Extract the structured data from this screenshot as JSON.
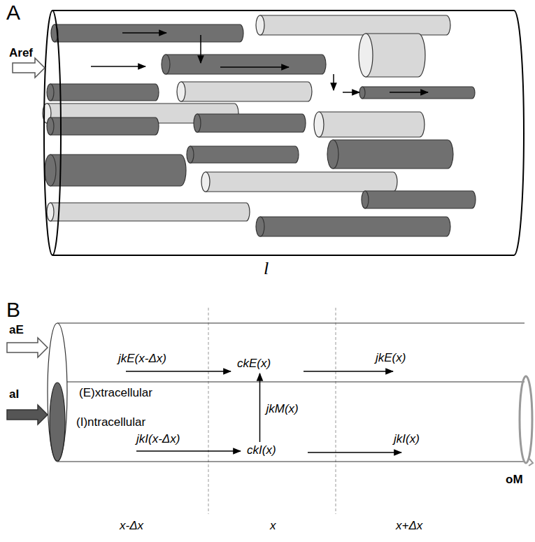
{
  "diagram": {
    "nodes": [
      {
        "text": [
          "ckE(x)"
        ]
      },
      {
        "text": [
          "ckI(x)"
        ]
      }
    ],
    "edges": [
      {
        "from": 1,
        "to": 0,
        "arrow": "to",
        "label": "jkM(x)"
      }
    ],
    "labels": [
      "A",
      "B",
      "Aref",
      "l",
      "aE",
      "aI",
      "jkE(x-Δx)",
      "jkE(x)",
      "(E)xtracellular",
      "(I)ntracellular",
      "jkI(x-Δx)",
      "jkI(x)",
      "oM",
      "x-Δx",
      "x",
      "x+Δx"
    ]
  }
}
